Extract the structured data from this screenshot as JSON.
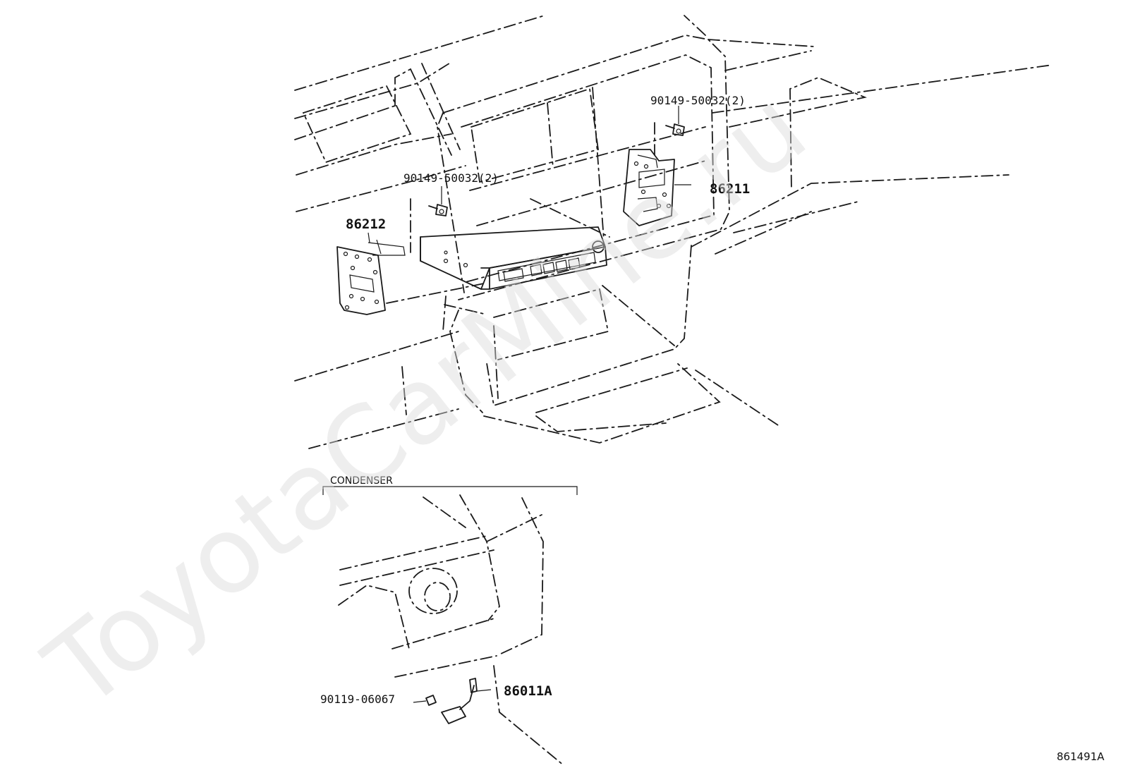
{
  "watermark": "ToyotaCarMine.ru",
  "diagram_ref": "861491A",
  "labels": {
    "bolt_upper_right": "90149-50032(2)",
    "bolt_upper_left": "90149-50032(2)",
    "bracket_right": "86211",
    "bracket_left": "86212",
    "inset_title": "CONDENSER",
    "screw_lower": "90119-06067",
    "condenser_part": "86011A"
  }
}
